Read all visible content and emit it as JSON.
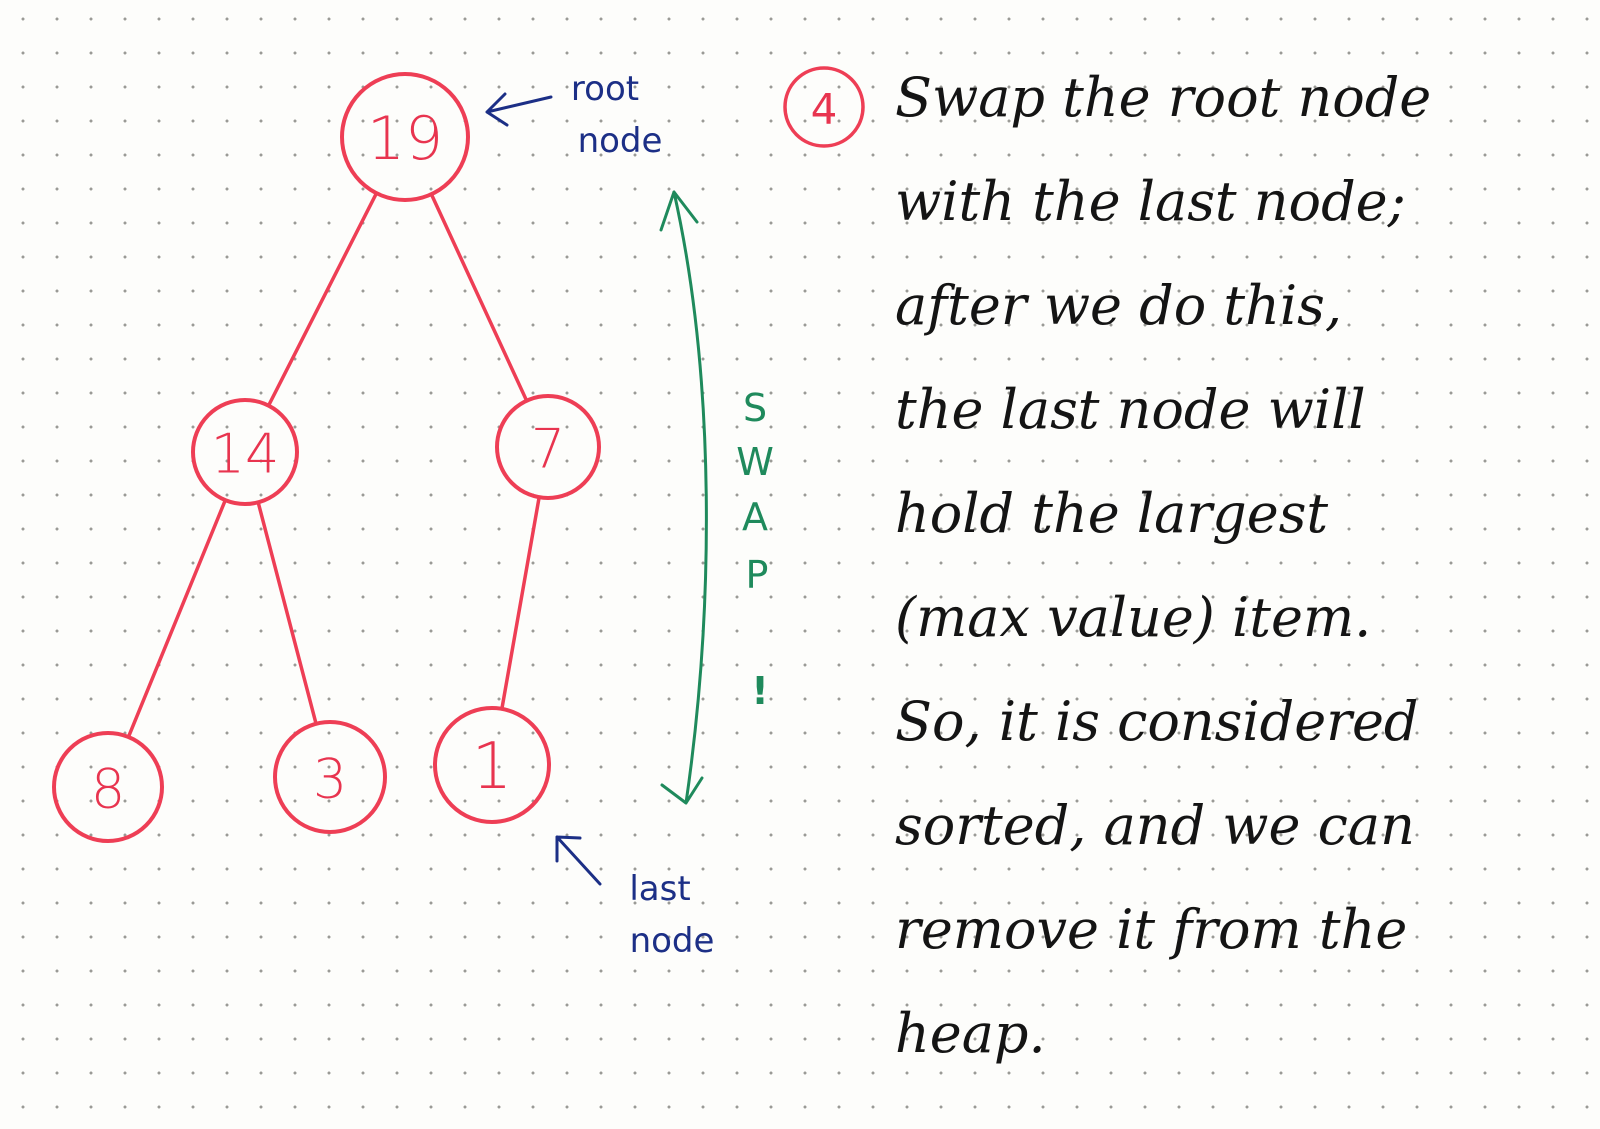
{
  "tree": {
    "nodes": [
      {
        "id": "n19",
        "value": "19"
      },
      {
        "id": "n14",
        "value": "14"
      },
      {
        "id": "n7",
        "value": "7"
      },
      {
        "id": "n8",
        "value": "8"
      },
      {
        "id": "n3",
        "value": "3"
      },
      {
        "id": "n1",
        "value": "1"
      }
    ],
    "edges": [
      [
        "n19",
        "n14"
      ],
      [
        "n19",
        "n7"
      ],
      [
        "n14",
        "n8"
      ],
      [
        "n14",
        "n3"
      ],
      [
        "n7",
        "n1"
      ]
    ],
    "node_color": "#ee3e55"
  },
  "annotations": {
    "root_label": [
      "root",
      "node"
    ],
    "last_label": [
      "last",
      "node"
    ],
    "label_color": "#1c2f86",
    "swap_letters": [
      "S",
      "W",
      "A",
      "P",
      "!"
    ],
    "swap_color": "#1f8a5c"
  },
  "step": {
    "number": "4",
    "lines": [
      "Swap the root node",
      "with the last node;",
      "after we do this,",
      "the last node will",
      "hold the largest",
      "(max value) item.",
      "So, it is considered",
      "sorted, and we can",
      "remove it from the",
      "heap."
    ]
  }
}
